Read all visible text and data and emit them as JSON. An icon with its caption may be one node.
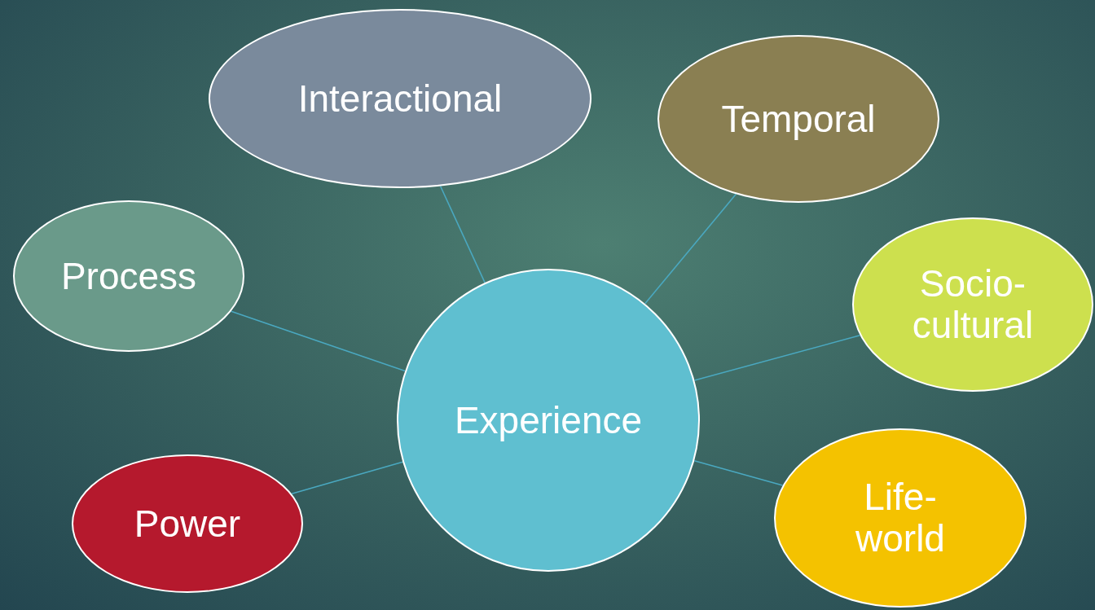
{
  "diagram": {
    "nodes": [
      {
        "text": [
          "Interactional"
        ]
      },
      {
        "text": [
          "Temporal"
        ]
      },
      {
        "text": [
          "Process"
        ]
      },
      {
        "text": [
          "Socio- cultural"
        ]
      },
      {
        "text": [
          "Experience"
        ]
      },
      {
        "text": [
          "Power"
        ]
      },
      {
        "text": [
          "Life- world"
        ]
      }
    ],
    "edges": [
      {
        "from": 4,
        "to": 0,
        "arrow": "none"
      },
      {
        "from": 4,
        "to": 1,
        "arrow": "none"
      },
      {
        "from": 4,
        "to": 2,
        "arrow": "none"
      },
      {
        "from": 4,
        "to": 3,
        "arrow": "none"
      },
      {
        "from": 4,
        "to": 5,
        "arrow": "none"
      },
      {
        "from": 4,
        "to": 6,
        "arrow": "none"
      }
    ]
  }
}
